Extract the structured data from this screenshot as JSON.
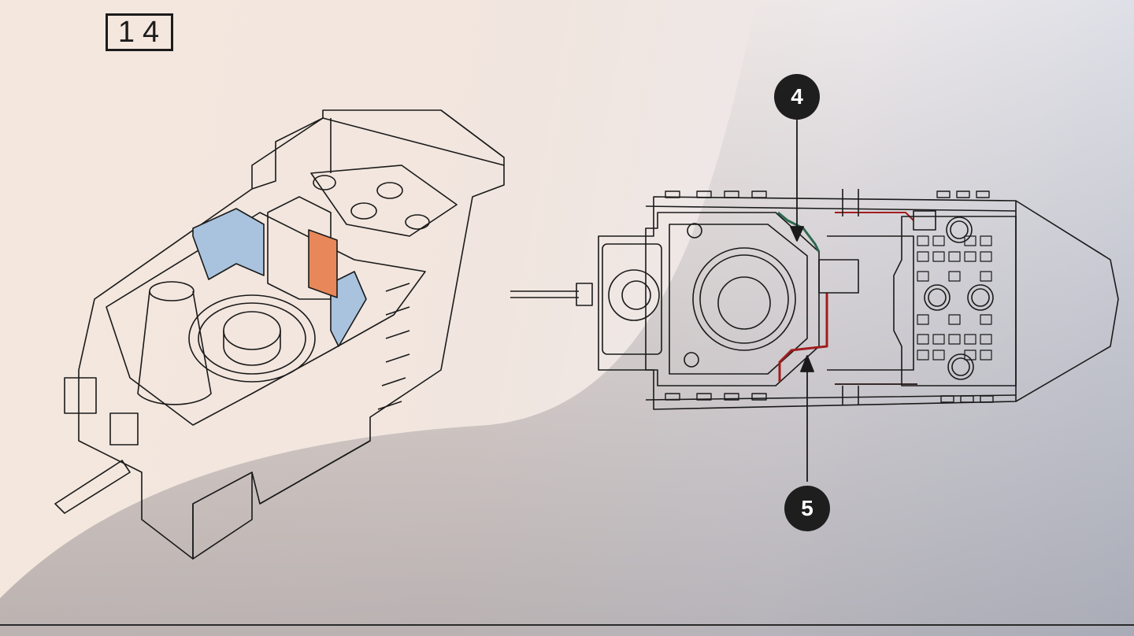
{
  "step": {
    "number": "14"
  },
  "callouts": [
    {
      "label": "4",
      "color": "#2d6a4f"
    },
    {
      "label": "5",
      "color": "#a11d1d"
    }
  ],
  "part_colors": {
    "blue": "#a9c3de",
    "orange": "#e8885a",
    "green": "#2d6a4f",
    "red": "#a11d1d"
  }
}
